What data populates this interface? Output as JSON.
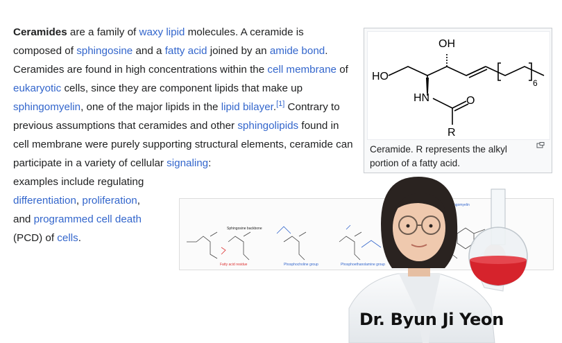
{
  "article": {
    "term": "Ceramides",
    "t1": " are a family of ",
    "l_waxy": "waxy",
    "t1b": " ",
    "l_lipid": "lipid",
    "t2": " molecules. A ceramide is composed of ",
    "l_sphingosine": "sphingosine",
    "t3": " and a ",
    "l_fatty_acid": "fatty acid",
    "t4": " joined by an ",
    "l_amide": "amide bond",
    "t5": ". Ceramides are found in high concentrations within the ",
    "l_cell_membrane": "cell membrane",
    "t6": " of ",
    "l_eukaryotic": "eukaryotic",
    "t7": " cells, since they are component lipids that make up ",
    "l_sphingomyelin": "sphingomyelin",
    "t8": ", one of the major lipids in the ",
    "l_lipid_bilayer": "lipid bilayer",
    "t9": ".",
    "ref": "[1]",
    "t10": " Contrary to previous assumptions that ceramides and other ",
    "l_sphingolipids": "sphingolipids",
    "t11": " found in cell membrane were purely supporting structural elements, ceramide can participate in a variety of cellular ",
    "l_signaling": "signaling",
    "t12": ":",
    "t13": "examples include regulating",
    "l_differentiation": "differentiation",
    "t14": ", ",
    "l_proliferation": "proliferation",
    "t15": ",",
    "t16": "and ",
    "l_pcd": "programmed cell death",
    "t17": "(PCD) of ",
    "l_cells": "cells",
    "t18": "."
  },
  "infobox": {
    "caption": "Ceramide. R represents the alkyl portion of a fatty acid.",
    "structure_labels": {
      "oh": "OH",
      "ho": "HO",
      "hn": "HN",
      "o": "O",
      "r": "R",
      "n": "6"
    },
    "enlarge_icon": "magnify-icon"
  },
  "figure2": {
    "labels": {
      "backbone": "Sphingosine backbone",
      "sphingomyelin": "Sphingomyelin",
      "fatty": "Fatty acid residue",
      "phosphocholine": "Phosphocholine group",
      "phosphoethanolamine": "Phosphoethanolamine group"
    }
  },
  "overlay": {
    "name": "Dr. Byun Ji Yeon"
  },
  "colors": {
    "link": "#3366cc",
    "flask_liquid": "#d6232c",
    "label_red": "#d33",
    "label_blue": "#36c"
  }
}
